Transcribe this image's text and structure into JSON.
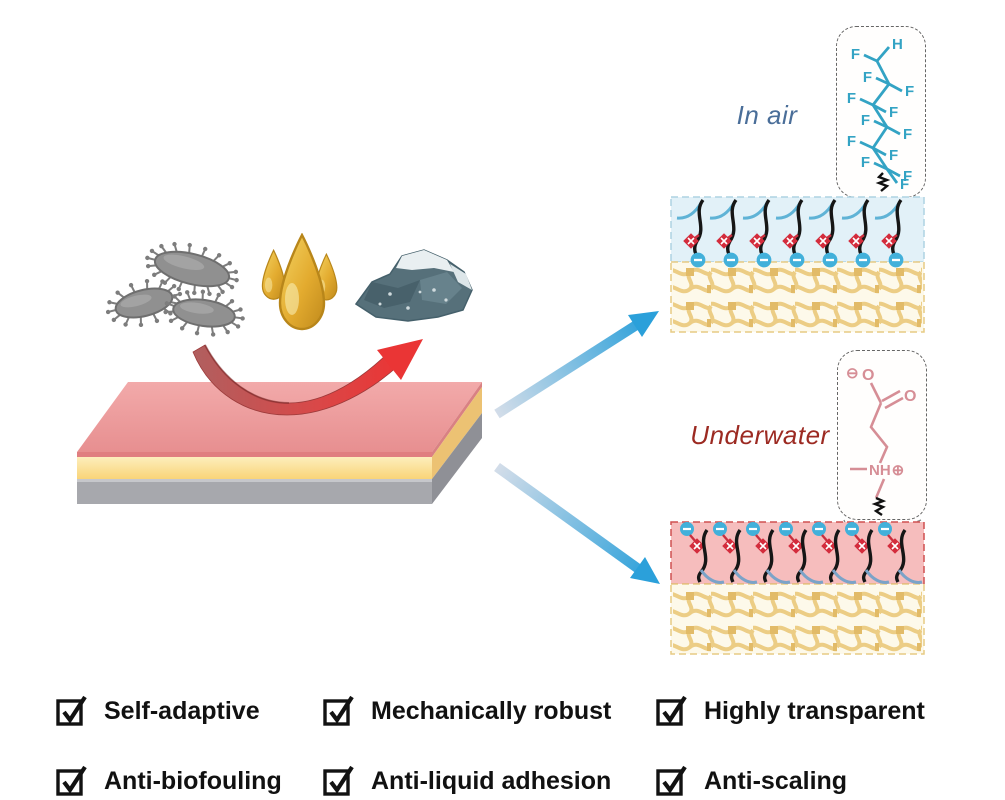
{
  "labels": {
    "in_air": "In air",
    "underwater": "Underwater"
  },
  "molecules": {
    "fluorocarbon": {
      "h": "H",
      "f": "F",
      "left_f_count": 6,
      "right_f_count": 6
    },
    "carboxybetaine": {
      "o_minus_charge": "⊖",
      "o_top": "O",
      "o_double": "O",
      "n_group": "NH",
      "n_charge": "⊕"
    }
  },
  "surfaces": {
    "in_air": {
      "chain_count": 7,
      "band_color": "#e2f1f8",
      "border_color": "#aed3e2"
    },
    "underwater": {
      "chain_count": 7,
      "band_color": "#f6bdbd",
      "border_color": "#cf5050"
    },
    "network_color": "#fdf9ea",
    "network_strand_color": "#eccd85"
  },
  "contaminants": [
    {
      "name": "bacteria",
      "color": "#909090"
    },
    {
      "name": "oil-droplets",
      "color": "#dca62e"
    },
    {
      "name": "scale-mineral",
      "color": "#56707a"
    }
  ],
  "slab": {
    "top_color": "#ec9a9b",
    "middle_color": "#fbd97e",
    "base_color": "#a7a8ad",
    "peel_arrow_color": "#e04444"
  },
  "palette": {
    "transition_arrow_blue": "#2ba0da",
    "chain_black": "#161616",
    "branch_cyan": "#5fb3d6",
    "branch_steel_blue": "#7ba3c8",
    "diamond_red": "#d32c3c",
    "anion_cyan": "#42b0da",
    "fluoro_teal": "#33a3c4",
    "betaine_rose": "#d68e96",
    "in_air_text": "#4a6e99",
    "underwater_text": "#9c2a22"
  },
  "features": {
    "items": [
      {
        "label": "Self-adaptive"
      },
      {
        "label": "Mechanically robust"
      },
      {
        "label": "Highly transparent"
      },
      {
        "label": "Anti-biofouling"
      },
      {
        "label": "Anti-liquid adhesion"
      },
      {
        "label": "Anti-scaling"
      }
    ]
  }
}
